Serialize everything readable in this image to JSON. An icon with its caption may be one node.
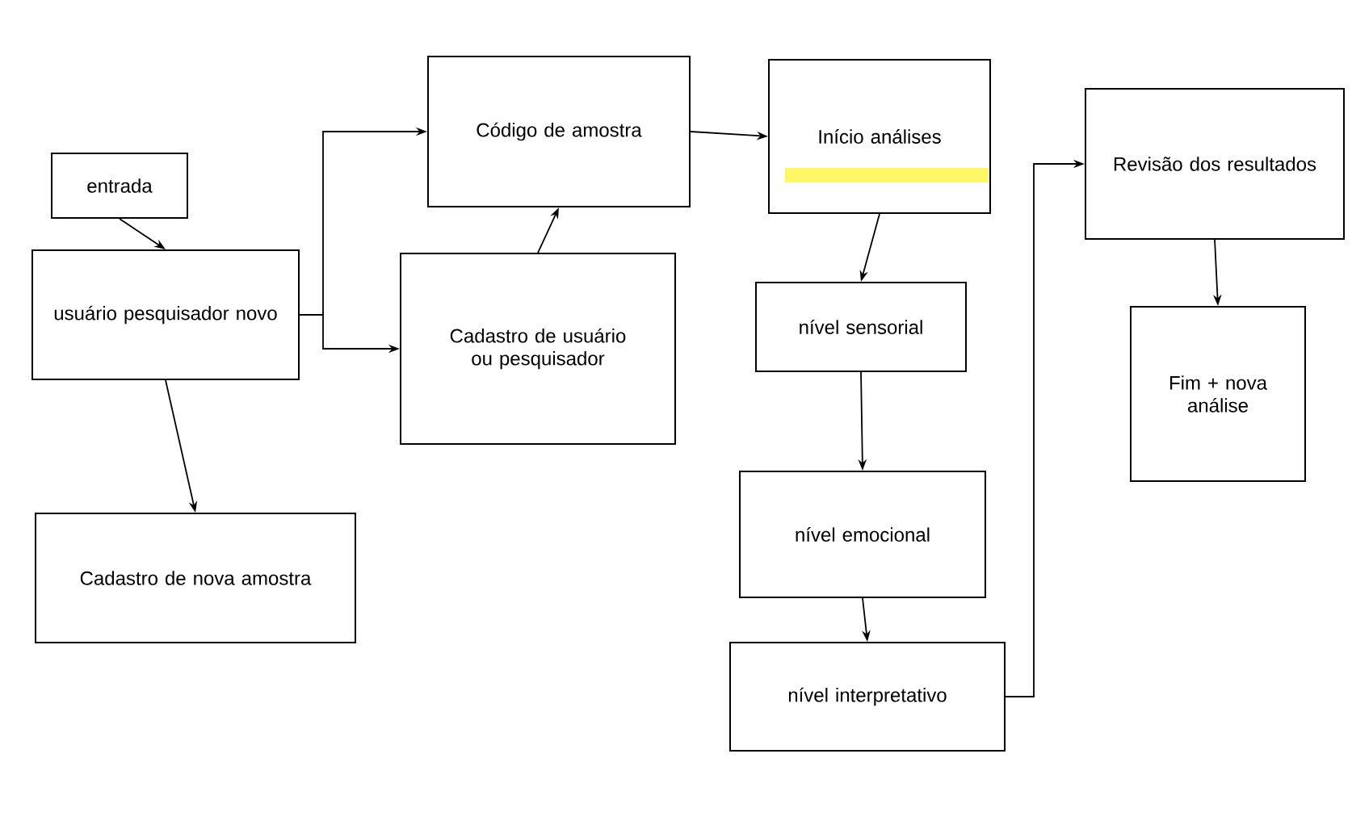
{
  "diagram": {
    "nodes": [
      {
        "text": [
          "entrada"
        ]
      },
      {
        "text": [
          "usuário pesquisador novo"
        ]
      },
      {
        "text": [
          "Cadastro de nova amostra"
        ]
      },
      {
        "text": [
          "Código de amostra"
        ]
      },
      {
        "text": [
          "Cadastro de usuário ou pesquisador"
        ]
      },
      {
        "text": [
          "Início análises"
        ]
      },
      {
        "text": [
          "nível sensorial"
        ]
      },
      {
        "text": [
          "nível emocional"
        ]
      },
      {
        "text": [
          "nível interpretativo"
        ]
      },
      {
        "text": [
          "Revisão dos resultados"
        ]
      },
      {
        "text": [
          "Fim + nova análise"
        ]
      }
    ],
    "edges": [
      {
        "from": 0,
        "to": 1,
        "arrow": "to"
      },
      {
        "from": 1,
        "to": 2,
        "arrow": "to"
      },
      {
        "from": 1,
        "to": 3,
        "arrow": "to"
      },
      {
        "from": 1,
        "to": 4,
        "arrow": "to"
      },
      {
        "from": 4,
        "to": 3,
        "arrow": "to"
      },
      {
        "from": 3,
        "to": 5,
        "arrow": "to"
      },
      {
        "from": 5,
        "to": 6,
        "arrow": "to"
      },
      {
        "from": 6,
        "to": 7,
        "arrow": "to"
      },
      {
        "from": 7,
        "to": 8,
        "arrow": "to"
      },
      {
        "from": 8,
        "to": 9,
        "arrow": "to"
      },
      {
        "from": 9,
        "to": 10,
        "arrow": "to"
      }
    ]
  }
}
